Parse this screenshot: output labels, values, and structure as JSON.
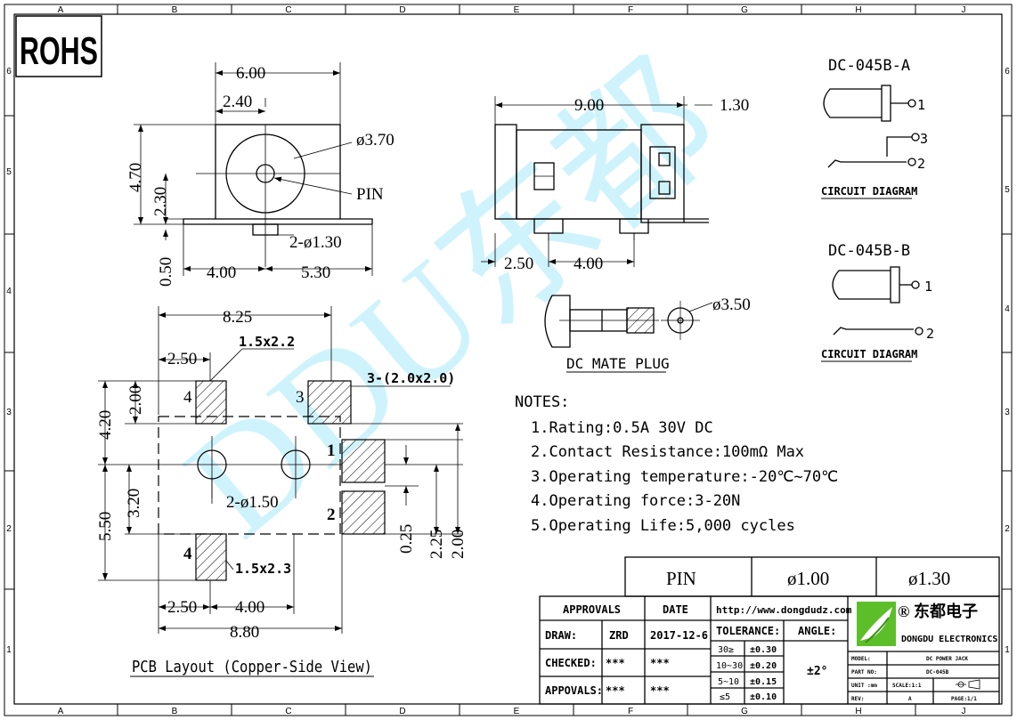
{
  "border": {
    "columns": [
      "A",
      "B",
      "C",
      "D",
      "E",
      "F",
      "G",
      "H",
      "J"
    ],
    "rows": [
      "6",
      "5",
      "4",
      "3",
      "2",
      "1"
    ]
  },
  "rohs_label": "ROHS",
  "watermark": "DDU东都",
  "top_view": {
    "width": "6.00",
    "offset": "2.40",
    "diameter": "ø3.70",
    "height": "4.70",
    "center_height": "2.30",
    "pin_label": "PIN",
    "pin_holes": "2-ø1.30",
    "base": "0.50",
    "left_pitch": "4.00",
    "right_pitch": "5.30"
  },
  "side_view": {
    "length": "9.00",
    "tail": "1.30",
    "front_offset": "2.50",
    "pin_pitch": "4.00"
  },
  "mate_plug": {
    "diameter": "ø3.50",
    "title": "DC MATE PLUG"
  },
  "circuit_a": {
    "title": "DC-045B-A",
    "pins": [
      "1",
      "3",
      "2"
    ],
    "caption": "CIRCUIT DIAGRAM"
  },
  "circuit_b": {
    "title": "DC-045B-B",
    "pins": [
      "1",
      "2"
    ],
    "caption": "CIRCUIT DIAGRAM"
  },
  "pcb": {
    "caption": "PCB Layout (Copper-Side View)",
    "width_top": "8.25",
    "pad_offset_top": "2.50",
    "pad_size_top": "1.5x2.2",
    "pad_size_3": "3-(2.0x2.0)",
    "pad_size_bottom": "1.5x2.3",
    "height_upper": "4.20",
    "pad_gap": "2.00",
    "lower_height": "3.20",
    "total_height": "5.50",
    "holes": "2-ø1.50",
    "dim_025": "0.25",
    "dim_225": "2.25",
    "dim_200": "2.00",
    "bottom_offset": "2.50",
    "bottom_pitch": "4.00",
    "width_bottom": "8.80",
    "pad_numbers": [
      "4",
      "3",
      "1",
      "2",
      "4"
    ]
  },
  "notes": {
    "heading": "NOTES:",
    "items": [
      "1.Rating:0.5A 30V DC",
      "2.Contact Resistance:100mΩ Max",
      "3.Operating temperature:-20℃~70℃",
      "4.Operating force:3-20N",
      "5.Operating Life:5,000 cycles"
    ]
  },
  "pin_table": {
    "header": "PIN",
    "col1": "ø1.00",
    "col2": "ø1.30"
  },
  "title_block": {
    "approvals": "APPROVALS",
    "date": "DATE",
    "website": "http://www.dongdudz.com",
    "draw_label": "DRAW:",
    "draw_name": "ZRD",
    "draw_date": "2017-12-6",
    "checked_label": "CHECKED:",
    "checked_name": "***",
    "checked_date": "***",
    "appovals_label": "APPOVALS:",
    "appovals_name": "***",
    "appovals_date": "***",
    "tolerance": "TOLERANCE:",
    "angle": "ANGLE:",
    "tol_rows": [
      {
        "range": "30≥",
        "value": "±0.30"
      },
      {
        "range": "10~30",
        "value": "±0.20"
      },
      {
        "range": "5~10",
        "value": "±0.15"
      },
      {
        "range": "≤5",
        "value": "±0.10"
      }
    ],
    "angle_value": "±2°",
    "company_cn": "东都电子",
    "registered": "®",
    "company_en": "DONGDU ELECTRONICS",
    "model_label": "MODEL:",
    "model_value": "DC POWER JACK",
    "partno_label": "PART NO:",
    "partno_value": "DC-045B",
    "unit_label": "UNIT :mm",
    "scale_label": "SCALE:1:1",
    "rev_label": "REV:",
    "rev_value": "A",
    "page_label": "PAGE:1/1"
  }
}
